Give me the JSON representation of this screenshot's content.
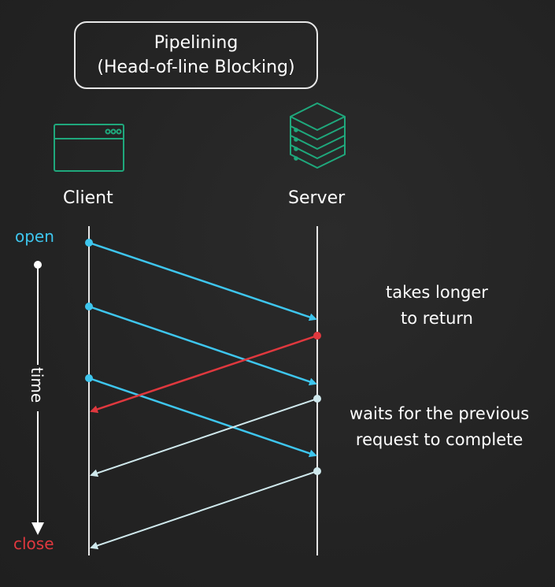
{
  "title": {
    "line1": "Pipelining",
    "line2": "(Head-of-line Blocking)"
  },
  "actors": {
    "client": "Client",
    "server": "Server"
  },
  "timeline": {
    "open_label": "open",
    "time_label": "time",
    "close_label": "close"
  },
  "notes": {
    "slow_response": [
      "takes longer",
      "to return"
    ],
    "waiting": [
      "waits for the previous",
      "request to complete"
    ]
  },
  "colors": {
    "request": "#3ec6ee",
    "slow_response": "#e0383e",
    "waiting_response": "#cfe8ec",
    "icon": "#1fa87c",
    "timeline": "#ffffff"
  },
  "icons": {
    "client": "browser-window-icon",
    "server": "server-stack-icon"
  }
}
